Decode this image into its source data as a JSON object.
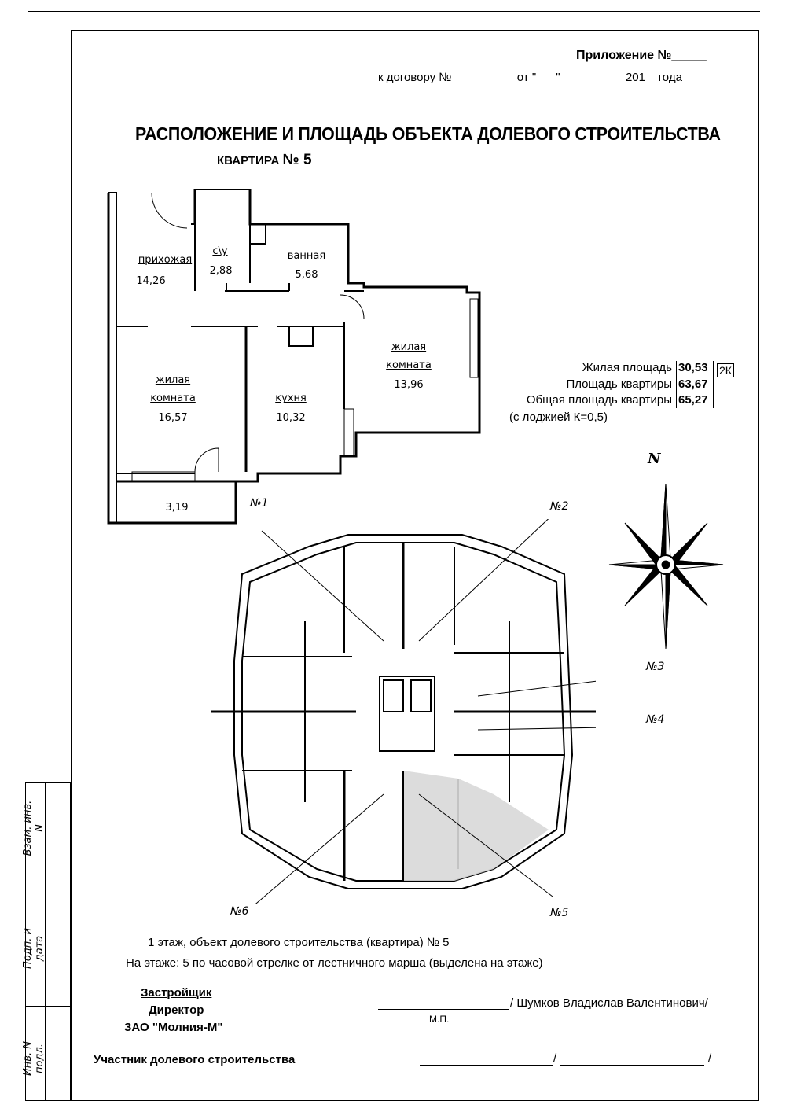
{
  "header": {
    "appendix": "Приложение №_____",
    "contract": "к договору №__________от \"___\"__________201__года",
    "title": "РАСПОЛОЖЕНИЕ И ПЛОЩАДЬ ОБЪЕКТА ДОЛЕВОГО СТРОИТЕЛЬСТВА",
    "flat_label": "КВАРТИРА",
    "flat_number": "№ 5"
  },
  "rooms": {
    "hall_name": "прихожая",
    "hall_area": "14,26",
    "wc_name": "с\\у",
    "wc_area": "2,88",
    "bath_name": "ванная",
    "bath_area": "5,68",
    "living1_name_1": "жилая",
    "living1_name_2": "комната",
    "living1_area": "16,57",
    "kitchen_name": "кухня",
    "kitchen_area": "10,32",
    "living2_name_1": "жилая",
    "living2_name_2": "комната",
    "living2_area": "13,96",
    "loggia_area": "3,19"
  },
  "areas": {
    "living_label": "Жилая площадь",
    "living_value": "30,53",
    "rooms_badge": "2К",
    "flat_label": "Площадь квартиры",
    "flat_value": "63,67",
    "total_label": "Общая площадь квартиры",
    "total_value": "65,27",
    "loggia_note": "(с лоджией К=0,5)"
  },
  "plan": {
    "compass": "N",
    "tags": [
      "№1",
      "№2",
      "№3",
      "№4",
      "№5",
      "№6"
    ]
  },
  "notes": {
    "floor_line": "1 этаж, объект долевого строительства (квартира) № 5",
    "position_line": "На этаже:  5 по часовой стрелке от лестничного марша (выделена на этаже)"
  },
  "signatures": {
    "developer": "Застройщик",
    "director": "Директор",
    "company": "ЗАО \"Молния-М\"",
    "director_name": "/ Шумков Владислав Валентинович/",
    "stamp": "М.П.",
    "participant": "Участник долевого строительства",
    "slash": "/"
  },
  "side_stamp": {
    "inv_vzam": "Взам. инв. N",
    "podp_data": "Подп. и дата",
    "inv_podl": "Инв. N подл."
  }
}
